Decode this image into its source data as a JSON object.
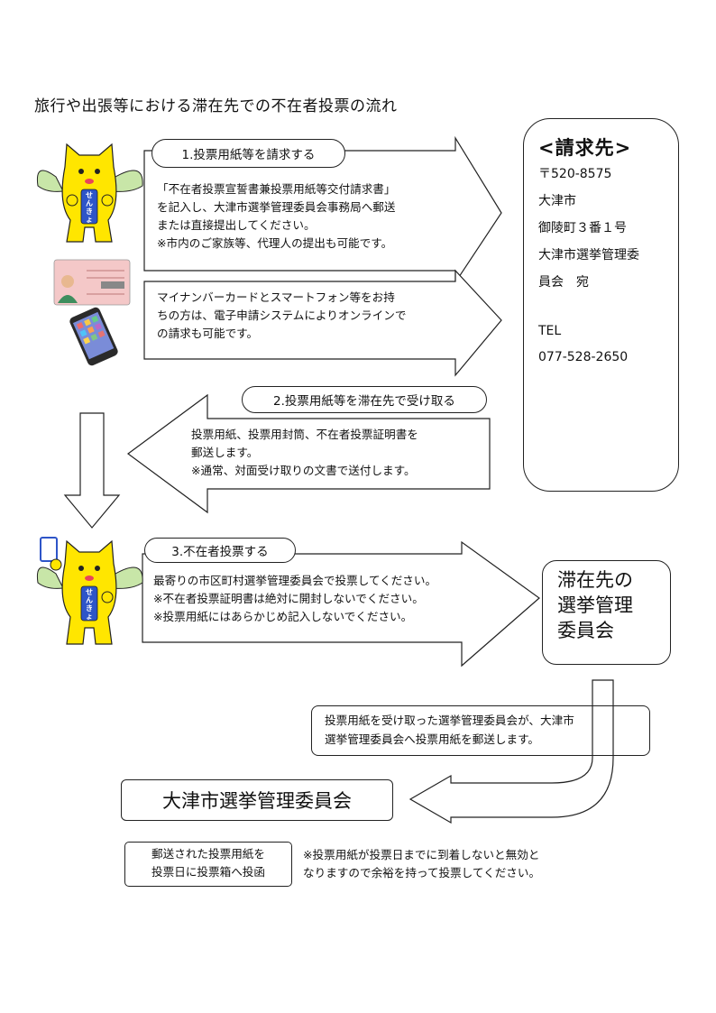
{
  "title": "旅行や出張等における滞在先での不在者投票の流れ",
  "step1": {
    "label": "1.投票用紙等を請求する",
    "lines_mail": [
      "「不在者投票宣誓書兼投票用紙等交付請求書」",
      "を記入し、大津市選挙管理委員会事務局へ郵送",
      "または直接提出してください。",
      "※市内のご家族等、代理人の提出も可能です。"
    ],
    "lines_online": [
      "マイナンバーカードとスマートフォン等をお持",
      "ちの方は、電子申請システムによりオンラインで",
      "の請求も可能です。"
    ]
  },
  "contact": {
    "title": "<請求先>",
    "postal": "〒520-8575",
    "city": "大津市",
    "address": "御陵町３番１号",
    "org_line1": "大津市選挙管理委",
    "org_line2": "員会　宛",
    "tel_label": "TEL",
    "tel": "077-528-2650"
  },
  "step2": {
    "label": "2.投票用紙等を滞在先で受け取る",
    "lines": [
      "投票用紙、投票用封筒、不在者投票証明書を",
      "郵送します。",
      "※通常、対面受け取りの文書で送付します。"
    ]
  },
  "step3": {
    "label": "3.不在者投票する",
    "lines": [
      "最寄りの市区町村選挙管理委員会で投票してください。",
      "※不在者投票証明書は絶対に開封しないでください。",
      "※投票用紙にはあらかじめ記入しないでください。"
    ]
  },
  "local_board": [
    "滞在先の",
    "選挙管理",
    "委員会"
  ],
  "notice": [
    "投票用紙を受け取った選挙管理委員会が、大津市",
    "選挙管理委員会へ投票用紙を郵送します。"
  ],
  "otsu_board": "大津市選挙管理委員会",
  "mailed_box": [
    "郵送された投票用紙を",
    "投票日に投票箱へ投函"
  ],
  "note": [
    "※投票用紙が投票日までに到着しないと無効と",
    "なりますので余裕を持って投票してください。"
  ],
  "mascot_badge": "せんきょ",
  "colors": {
    "mascot_yellow": "#FFE600",
    "wing_green": "#C8E6A8",
    "badge_blue": "#2E55C8",
    "card_pink": "#F4C8C8",
    "phone_dark": "#2A2A2A"
  }
}
